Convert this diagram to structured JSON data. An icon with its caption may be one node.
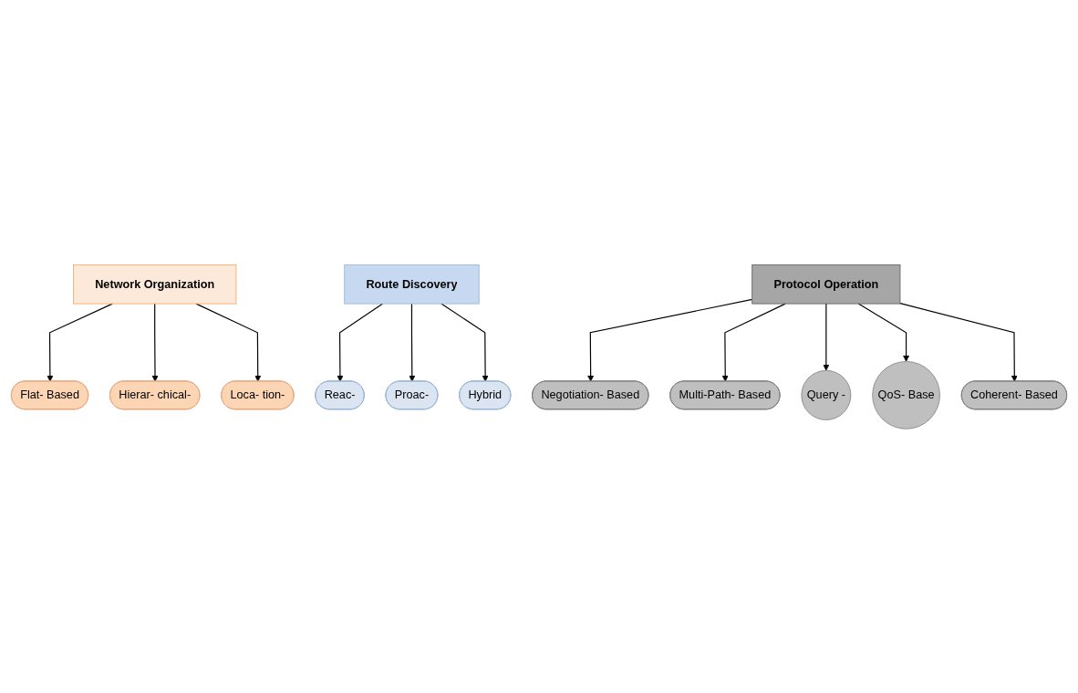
{
  "diagram": {
    "nodes": [
      {
        "text": [
          "Network Organization"
        ]
      },
      {
        "text": [
          "Route Discovery"
        ]
      },
      {
        "text": [
          "Protocol Operation"
        ]
      },
      {
        "text": [
          "Reac-"
        ]
      },
      {
        "text": [
          "Proac-"
        ]
      },
      {
        "text": [
          "Hybrid"
        ]
      },
      {
        "text": [
          "Flat- Based"
        ]
      },
      {
        "text": [
          "Hierar- chical-"
        ]
      },
      {
        "text": [
          "Loca- tion-"
        ]
      },
      {
        "text": [
          "Negotiation- Based"
        ]
      },
      {
        "text": [
          "Multi-Path- Based"
        ]
      },
      {
        "text": [
          "Query -"
        ]
      },
      {
        "text": [
          "QoS- Base"
        ]
      },
      {
        "text": [
          "Coherent- Based"
        ]
      }
    ],
    "edges": [
      {
        "from": 1,
        "to": 3,
        "arrow": "to"
      },
      {
        "from": 1,
        "to": 4,
        "arrow": "to"
      },
      {
        "from": 1,
        "to": 5,
        "arrow": "to"
      },
      {
        "from": 0,
        "to": 6,
        "arrow": "to"
      },
      {
        "from": 0,
        "to": 7,
        "arrow": "to"
      },
      {
        "from": 0,
        "to": 8,
        "arrow": "to"
      },
      {
        "from": 2,
        "to": 9,
        "arrow": "to"
      },
      {
        "from": 2,
        "to": 10,
        "arrow": "to"
      },
      {
        "from": 2,
        "to": 11,
        "arrow": "to"
      },
      {
        "from": 2,
        "to": 12,
        "arrow": "to"
      },
      {
        "from": 2,
        "to": 13,
        "arrow": "to"
      }
    ]
  }
}
